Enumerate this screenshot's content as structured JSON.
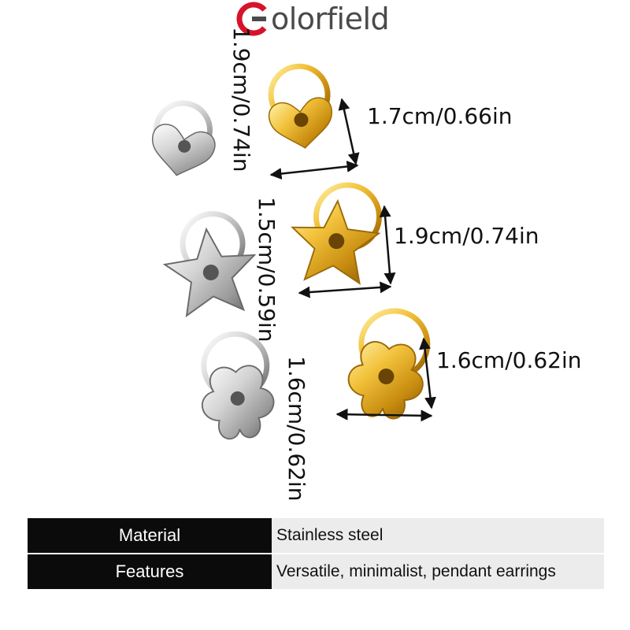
{
  "brand": {
    "name": "olorfield",
    "accent": "#d6132a",
    "text_color": "#4a4a4a"
  },
  "dimensions": {
    "silver_heart": "1.9cm/0.74in",
    "gold_heart": "1.7cm/0.66in",
    "silver_star": "1.5cm/0.59in",
    "gold_star": "1.9cm/0.74in",
    "silver_flower": "1.6cm/0.62in",
    "gold_flower": "1.6cm/0.62in"
  },
  "specs": [
    {
      "label": "Material",
      "value": "Stainless steel"
    },
    {
      "label": "Features",
      "value": "Versatile, minimalist, pendant earrings"
    }
  ],
  "colors": {
    "gold": "#e0a820",
    "silver": "#c8c8c8",
    "table_label_bg": "#0b0b0b",
    "table_value_bg": "#ececec"
  }
}
